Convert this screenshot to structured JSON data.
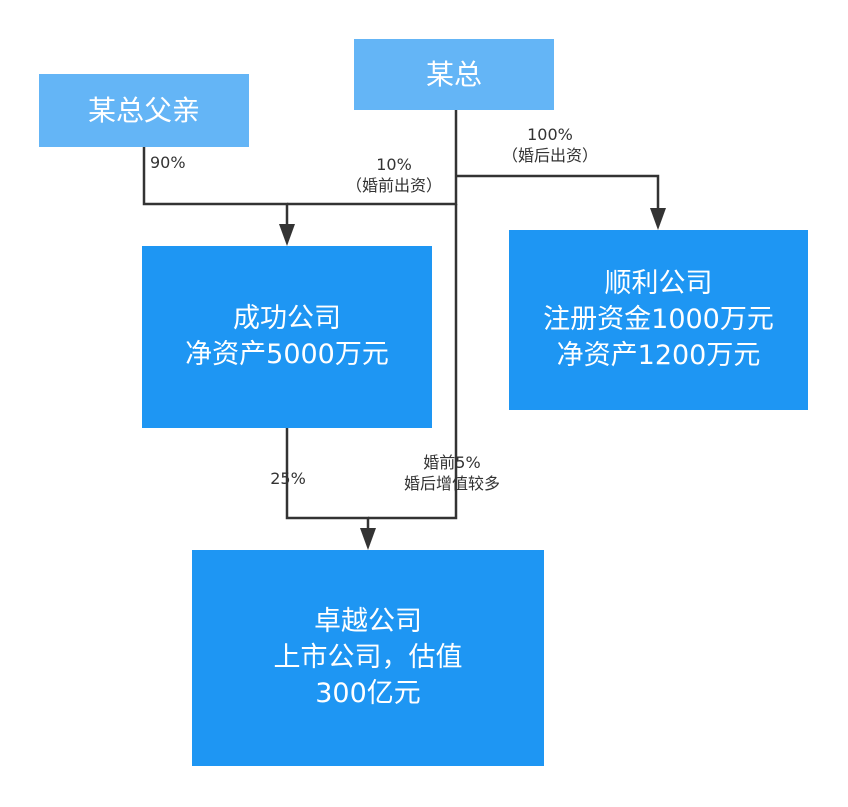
{
  "nodes": {
    "father": {
      "lines": [
        "某总父亲"
      ],
      "color": "#64b5f6"
    },
    "boss": {
      "lines": [
        "某总"
      ],
      "color": "#64b5f6"
    },
    "chenggong": {
      "lines": [
        "成功公司",
        "净资产5000万元"
      ],
      "color": "#1e96f3"
    },
    "shunli": {
      "lines": [
        "顺利公司",
        "注册资金1000万元",
        "净资产1200万元"
      ],
      "color": "#1e96f3"
    },
    "zhuoyue": {
      "lines": [
        "卓越公司",
        "上市公司，估值",
        "300亿元"
      ],
      "color": "#1e96f3"
    }
  },
  "edges": {
    "father_to_chenggong": {
      "lines": [
        "90%"
      ]
    },
    "boss_to_chenggong": {
      "lines": [
        "10%",
        "（婚前出资）"
      ]
    },
    "boss_to_shunli": {
      "lines": [
        "100%",
        "（婚后出资）"
      ]
    },
    "chenggong_to_zhuoyue": {
      "lines": [
        "25%"
      ]
    },
    "boss_to_zhuoyue": {
      "lines": [
        "婚前5%",
        "婚后增值较多"
      ]
    }
  },
  "colors": {
    "line": "#333333",
    "node_light": "#64b5f6",
    "node_dark": "#1e96f3"
  }
}
